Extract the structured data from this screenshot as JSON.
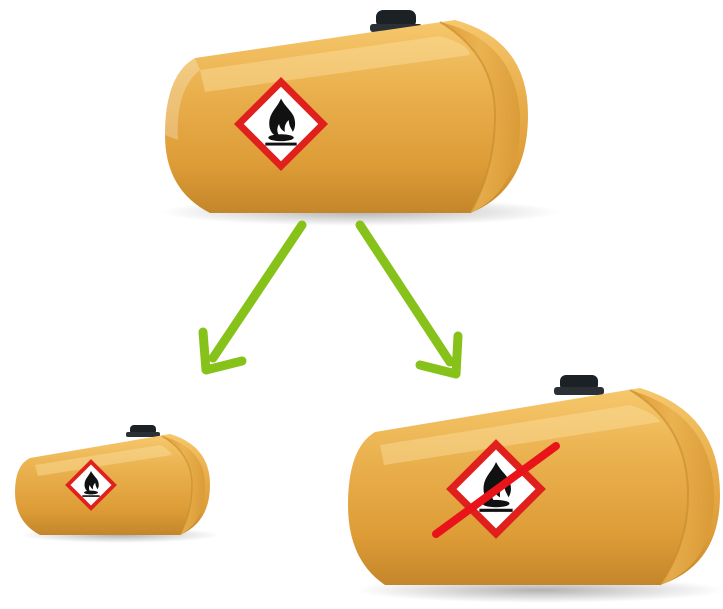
{
  "colors": {
    "background": "#ffffff",
    "tank_body": "#e3a43c",
    "tank_highlight": "#f7cf78",
    "tank_shadow": "#b97a22",
    "tank_cap": "#1c2126",
    "hazard_border": "#e0201c",
    "hazard_fill": "#ffffff",
    "flame": "#111111",
    "arrow": "#86c21a",
    "strike": "#e8141a"
  },
  "tanks": [
    {
      "role": "original",
      "hazard_icon": "flammable-pictogram",
      "crossed_out": false
    },
    {
      "role": "left-result",
      "hazard_icon": "flammable-pictogram",
      "crossed_out": false
    },
    {
      "role": "right-result",
      "hazard_icon": "flammable-pictogram",
      "crossed_out": true
    }
  ],
  "arrows": [
    {
      "from": "original",
      "to": "left-result"
    },
    {
      "from": "original",
      "to": "right-result"
    }
  ]
}
